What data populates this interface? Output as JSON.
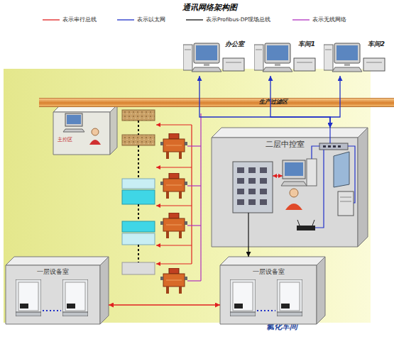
{
  "diagram": {
    "title": "通讯网络架构图",
    "nodes": [
      {
        "text": [
          "办公室"
        ]
      },
      {
        "text": [
          "车间1"
        ]
      },
      {
        "text": [
          "车间2"
        ]
      },
      {
        "text": [
          "生产过滤区"
        ]
      },
      {
        "text": [
          "氯化车间"
        ]
      },
      {
        "text": [
          "主控区"
        ],
        "in": 4
      },
      {
        "text": [
          "二层中控室"
        ],
        "in": 4
      },
      {
        "text": [
          "一层设备室"
        ],
        "in": 4
      },
      {
        "text": [
          "一层设备室"
        ],
        "in": 4
      }
    ],
    "edges": [
      {
        "from": 0,
        "to": 6,
        "arrow": "both"
      },
      {
        "from": 1,
        "to": 6,
        "arrow": "both"
      },
      {
        "from": 2,
        "to": 6,
        "arrow": "both"
      },
      {
        "from": 7,
        "to": 8,
        "arrow": "both"
      },
      {
        "from": 6,
        "to": 8,
        "arrow": "to"
      }
    ],
    "legend": [
      {
        "text": "表示串行总线"
      },
      {
        "text": "表示以太网"
      },
      {
        "text": "表示Profibus-DP现场总线"
      },
      {
        "text": "表示无线网络"
      }
    ]
  }
}
